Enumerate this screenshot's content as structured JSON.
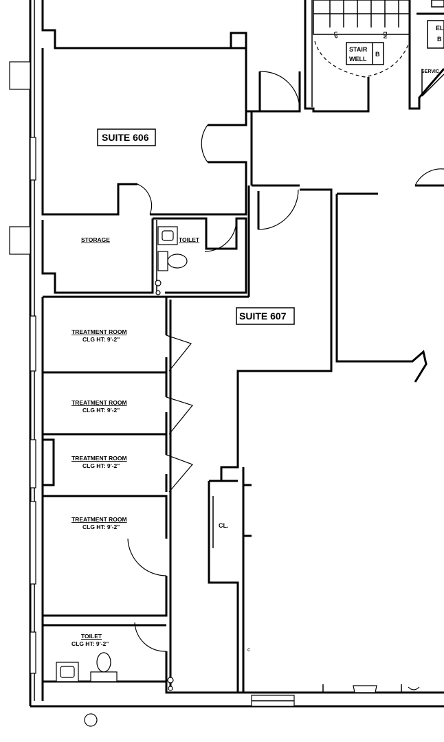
{
  "suites": {
    "s606": "SUITE 606",
    "s607": "SUITE 607"
  },
  "rooms": {
    "storage": "STORAGE",
    "toilet_upper": "TOILET",
    "treatment_label": "TREATMENT ROOM",
    "clg_height": "CLG HT: 9'-2\"",
    "closet": "CL.",
    "toilet_lower": "TOILET",
    "toilet_lower_clg": "CLG HT: 9'-2\""
  },
  "stair": {
    "label_line1": "STAIR",
    "label_line2": "WELL",
    "letter": "B",
    "up": "UP",
    "down": "DN"
  },
  "edge_text": {
    "elevator_partial": "EL",
    "elevator_partial_b": "B",
    "service_partial": "SERVIC"
  }
}
